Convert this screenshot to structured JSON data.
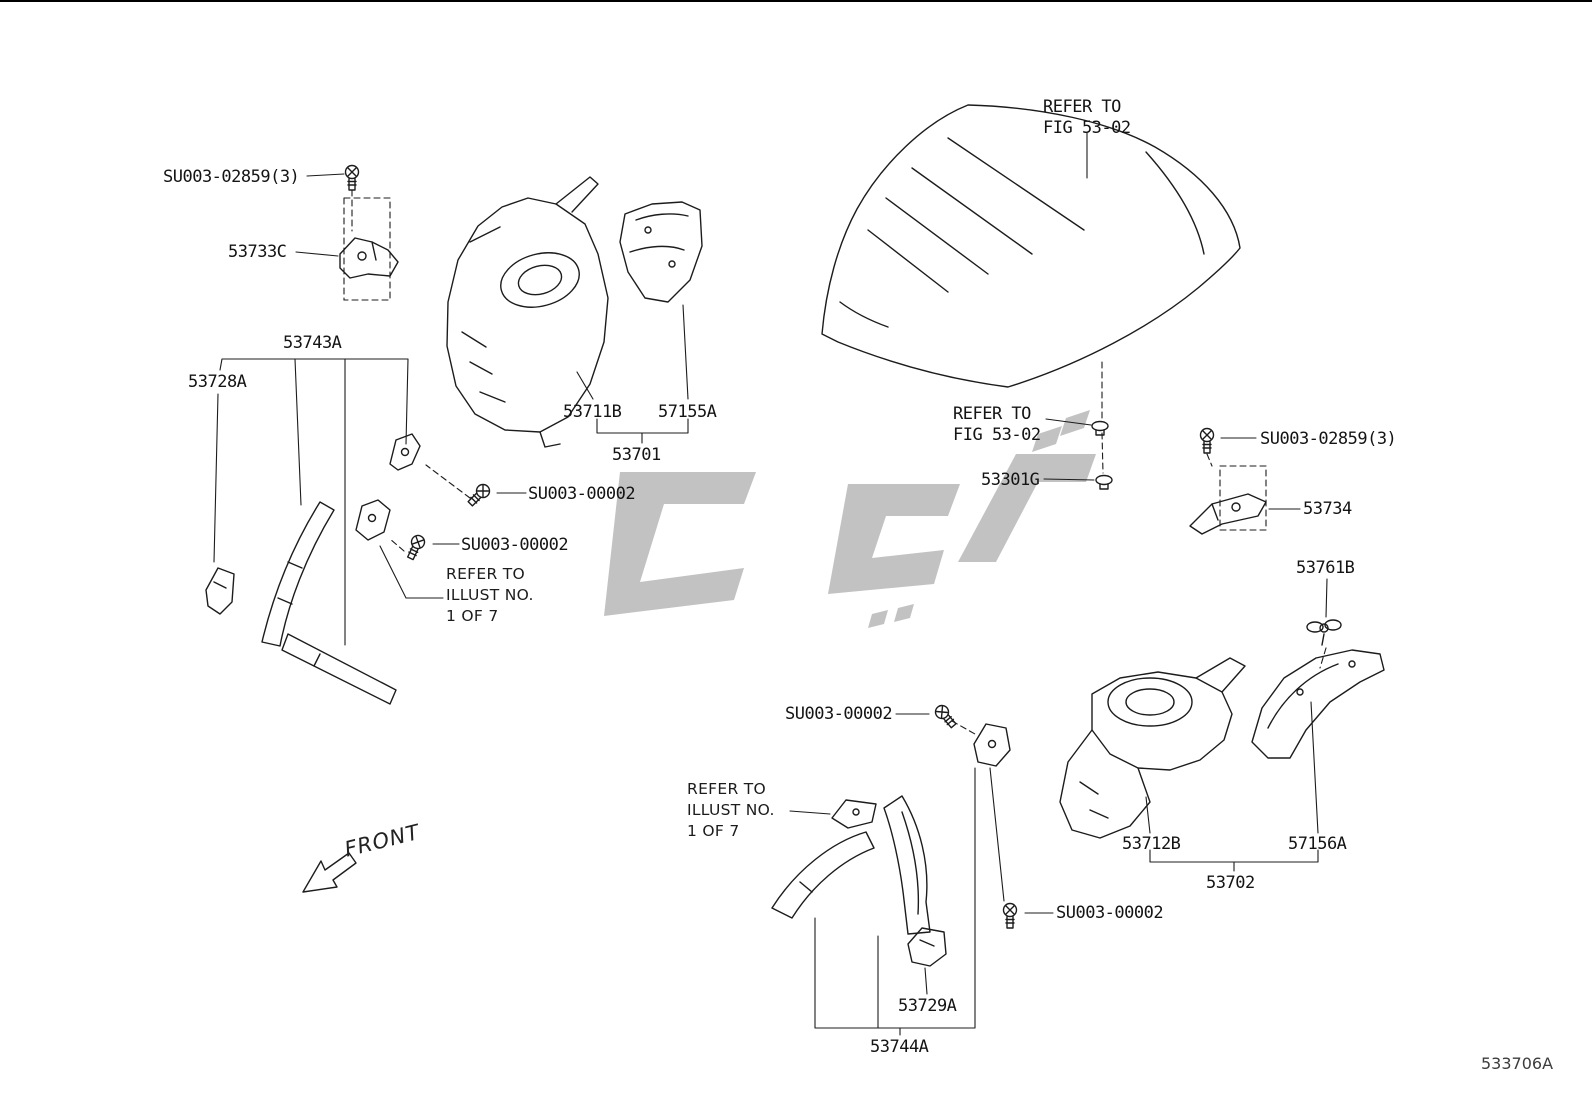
{
  "diagram": {
    "drawing_number": "533706A",
    "front_label": "FRONT"
  },
  "fasteners": {
    "su003_02859": "SU003-02859(3)",
    "su003_00002": "SU003-00002"
  },
  "parts": {
    "p53733c": "53733C",
    "p53743a": "53743A",
    "p53728a": "53728A",
    "p53711b": "53711B",
    "p57155a": "57155A",
    "p53701": "53701",
    "p53301g": "53301G",
    "p53734": "53734",
    "p53761b": "53761B",
    "p53712b": "53712B",
    "p57156a": "57156A",
    "p53702": "53702",
    "p53729a": "53729A",
    "p53744a": "53744A"
  },
  "notes": {
    "refer_fig": [
      "REFER TO",
      "FIG 53-02"
    ],
    "refer_illust": [
      "REFER TO",
      "ILLUST NO.",
      "1 OF 7"
    ]
  }
}
